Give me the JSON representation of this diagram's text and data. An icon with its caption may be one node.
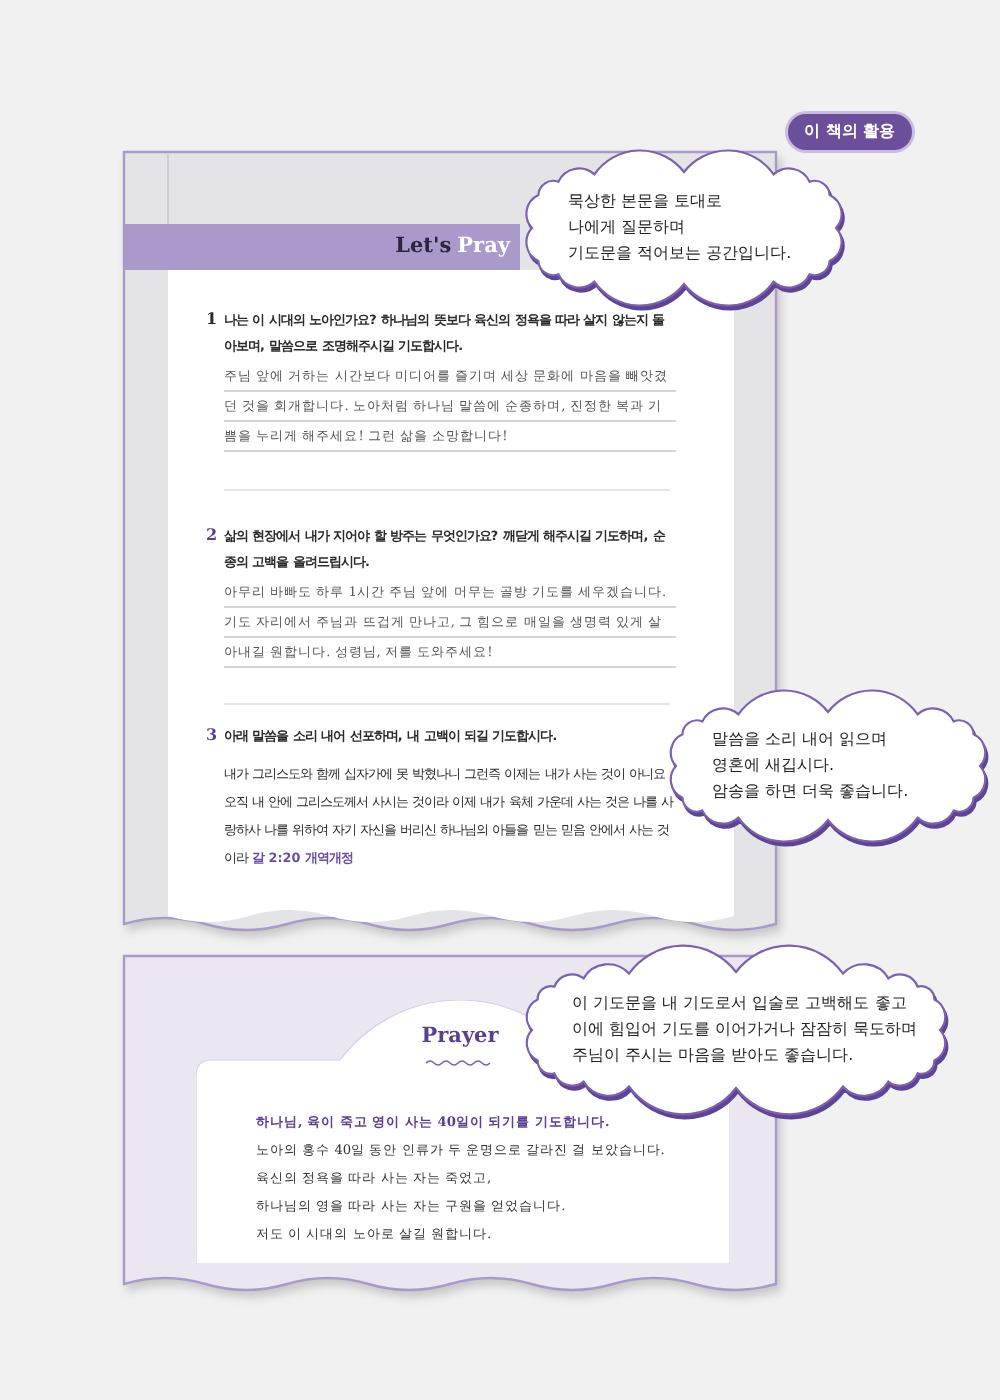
{
  "diagram": {
    "nodes": [
      {
        "text": [
          "이 책의 활용"
        ]
      },
      {
        "text": [
          "Let's",
          "Pray"
        ]
      },
      {
        "text": [
          "묵상한 본문을 토대로 나에게 질문하며 기도문을 적어보는 공간입니다."
        ]
      },
      {
        "text": [
          "말씀을 소리 내어 읽으며 영혼에 새깁시다. 암송을 하면 더욱 좋습니다."
        ]
      },
      {
        "text": [
          "Prayer",
          "하나님, 육이 죽고 영이 사는 40일이 되기를 기도합니다.",
          "노아의 홍수 40일 동안 인류가 두 운명으로 갈라진 걸 보았습니다.",
          "육신의 정욕을 따라 사는 자는 죽었고,",
          "하나님의 영을 따라 사는 자는 구원을 얻었습니다.",
          "저도 이 시대의 노아로 살길 원합니다."
        ]
      },
      {
        "text": [
          "이 기도문을 내 기도로서 입술로 고백해도 좋고 이에 힘입어 기도를 이어가거나 잠잠히 묵도하며 주님이 주시는 마음을 받아도 좋습니다."
        ]
      }
    ],
    "labels": [
      "1",
      "나는 이 시대의 노아인가요? 하나님의 뜻보다 육신의 정욕을 따라 살지 않는지 돌아보며, 말씀으로 조명해주시길 기도합시다.",
      "주님 앞에 거하는 시간보다 미디어를 즐기며 세상 문화에 마음을 빼앗겼던 것을 회개합니다. 노아처럼 하나님 말씀에 순종하며, 진정한 복과 기쁨을 누리게 해주세요! 그런 삶을 소망합니다!",
      "2",
      "삶의 현장에서 내가 지어야 할 방주는 무엇인가요? 깨닫게 해주시길 기도하며, 순종의 고백을 올려드립시다.",
      "아무리 바빠도 하루 1시간 주님 앞에 머무는 골방 기도를 세우겠습니다. 기도 자리에서 주님과 뜨겁게 만나고, 그 힘으로 매일을 생명력 있게 살아내길 원합니다. 성령님, 저를 도와주세요!",
      "3",
      "아래 말씀을 소리 내어 선포하며, 내 고백이 되길 기도합시다.",
      "내가 그리스도와 함께 십자가에 못 박혔나니 그런즉 이제는 내가 사는 것이 아니요 오직 내 안에 그리스도께서 사시는 것이라 이제 내가 육체 가운데 사는 것은 나를 사랑하사 나를 위하여 자기 자신을 버리신 하나님의 아들을 믿는 믿음 안에서 사는 것이라",
      "갈 2:20 개역개정"
    ]
  }
}
